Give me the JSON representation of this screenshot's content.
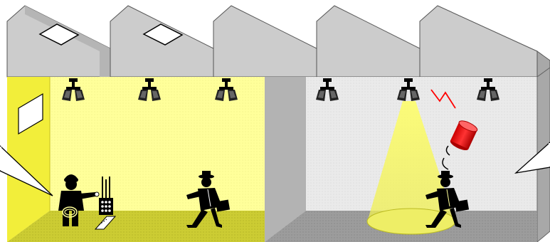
{
  "scene": {
    "rooms": [
      {
        "name": "left-room",
        "state": "lit",
        "occupants": [
          "worker-with-helmet",
          "walking-businessman"
        ]
      },
      {
        "name": "right-room",
        "state": "dark",
        "occupants": [
          "walking-businessman"
        ]
      }
    ],
    "roof_units": 5,
    "skylights": 2,
    "ceiling_lamps": 6,
    "active_spotlight": "right-room-center-lamp",
    "alerts": [
      "red-beacon-signal",
      "wireless-signal-bolt"
    ]
  },
  "colors": {
    "lit_room": "#ffff99",
    "lit_floor": "#cccc33",
    "dark_room": "#e6e6e6",
    "dark_floor": "#999999",
    "roof": "#cccccc",
    "beacon": "#ff0000",
    "spotlight": "#ffff66"
  }
}
